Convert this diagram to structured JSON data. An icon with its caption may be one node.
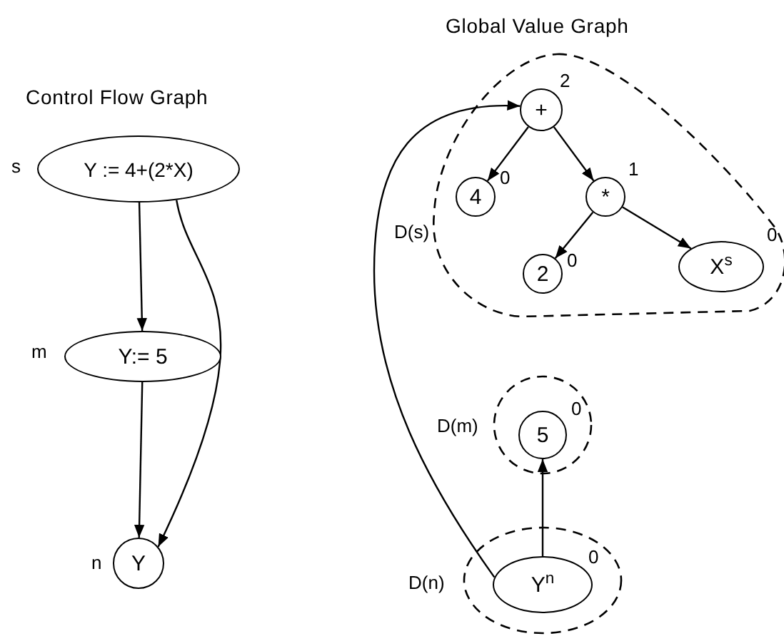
{
  "diagram": {
    "nodes": [
      {
        "text": [
          "Y := 4+(2*X)"
        ],
        "beside": [
          "s"
        ]
      },
      {
        "text": [
          "Y:= 5"
        ],
        "beside": [
          "m"
        ]
      },
      {
        "text": [
          "Y"
        ],
        "beside": [
          "n"
        ]
      },
      {
        "text": [
          "D(s)"
        ]
      },
      {
        "text": [
          "+"
        ],
        "beside": [
          "2"
        ],
        "in": 3
      },
      {
        "text": [
          "4"
        ],
        "beside": [
          "0"
        ],
        "in": 3
      },
      {
        "text": [
          "*"
        ],
        "beside": [
          "1"
        ],
        "in": 3
      },
      {
        "text": [
          "2"
        ],
        "beside": [
          "0"
        ],
        "in": 3
      },
      {
        "text": [
          "X$^{s}$"
        ],
        "beside": [
          "0"
        ],
        "in": 3
      },
      {
        "text": [
          "D(m)"
        ]
      },
      {
        "text": [
          "5"
        ],
        "beside": [
          "0"
        ],
        "in": 9
      },
      {
        "text": [
          "D(n)"
        ]
      },
      {
        "text": [
          "Y$^{n}$"
        ],
        "beside": [
          "0"
        ],
        "in": 11
      }
    ],
    "edges": [
      {
        "from": 0,
        "to": 1,
        "arrow": "to"
      },
      {
        "from": 1,
        "to": 2,
        "arrow": "to"
      },
      {
        "from": 0,
        "to": 2,
        "arrow": "to"
      },
      {
        "from": 4,
        "to": 5,
        "arrow": "to"
      },
      {
        "from": 4,
        "to": 6,
        "arrow": "to"
      },
      {
        "from": 6,
        "to": 7,
        "arrow": "to"
      },
      {
        "from": 6,
        "to": 8,
        "arrow": "to"
      },
      {
        "from": 12,
        "to": 10,
        "arrow": "to"
      },
      {
        "from": 12,
        "to": 4,
        "arrow": "to"
      }
    ],
    "labels": [
      "Control Flow Graph",
      "Global Value Graph"
    ]
  }
}
